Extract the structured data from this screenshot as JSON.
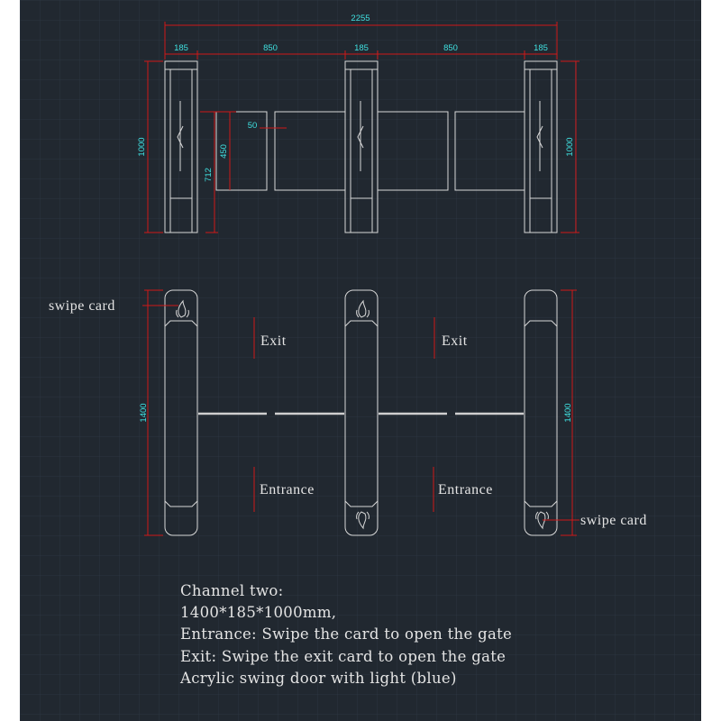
{
  "drawing": {
    "elevation_dimensions": {
      "overall_width": "2255",
      "post_width_left": "185",
      "channel_width_left": "850",
      "post_width_middle": "185",
      "channel_width_right": "850",
      "post_width_right": "185",
      "height_left": "1000",
      "height_right": "1000",
      "door_height": "450",
      "sensor_height": "712",
      "door_gap": "50"
    },
    "plan_dimensions": {
      "length_left": "1400",
      "length_right": "1400"
    },
    "labels": {
      "swipe_card_left": "swipe card",
      "swipe_card_right": "swipe card",
      "exit_left": "Exit",
      "exit_right": "Exit",
      "entrance_left": "Entrance",
      "entrance_right": "Entrance"
    },
    "notes": [
      "Channel two:",
      "1400*185*1000mm,",
      "Entrance: Swipe the card to open the gate",
      "Exit: Swipe the exit card to open the gate",
      "Acrylic swing door with light (blue)"
    ],
    "colors": {
      "background": "#212830",
      "grid": "#2c3540",
      "outline": "#d8d8d8",
      "dimension_line": "#d01818",
      "dimension_text": "#3fe0e0",
      "annotation_text": "#e4e4e4"
    }
  }
}
